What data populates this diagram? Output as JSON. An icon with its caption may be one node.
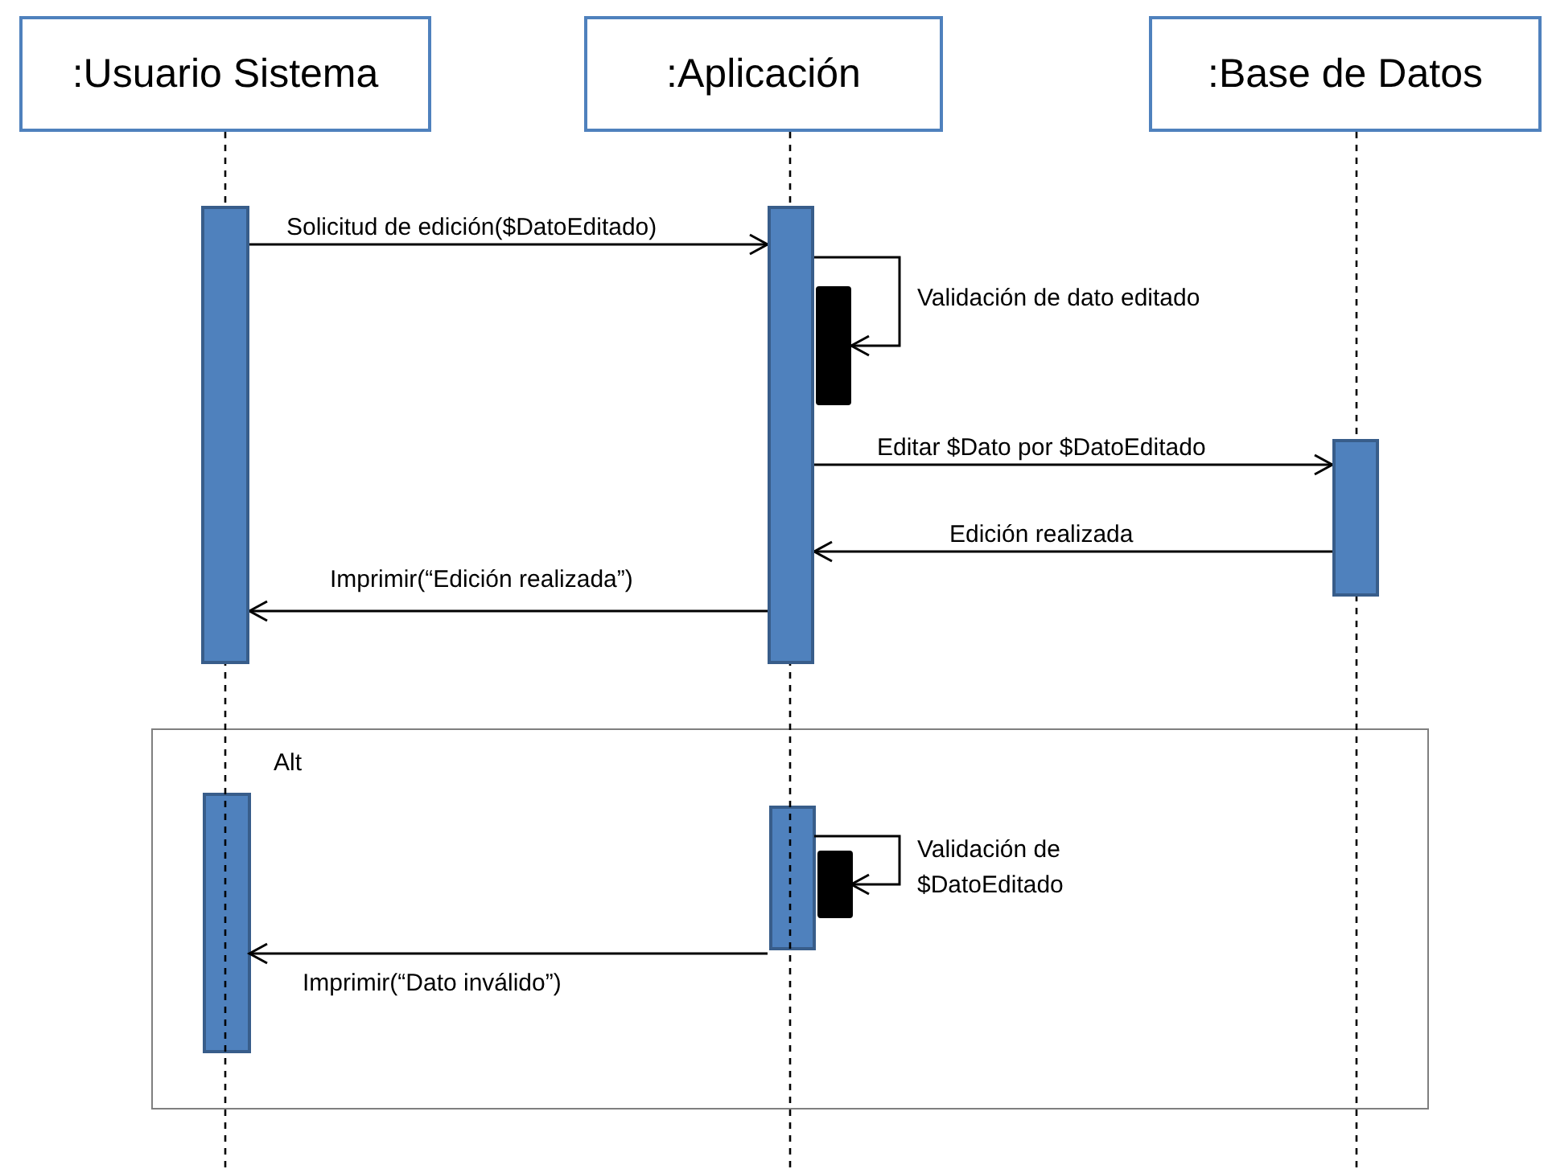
{
  "diagram": {
    "nodes": [
      {
        "text": [
          ":Usuario Sistema"
        ]
      },
      {
        "text": [
          ":Aplicación"
        ]
      },
      {
        "text": [
          ":Base de Datos"
        ]
      },
      {
        "text": [],
        "shape": "bar"
      },
      {
        "text": [],
        "shape": "bar"
      },
      {
        "text": [],
        "shape": "bar"
      },
      {
        "text": [],
        "shape": "bar"
      },
      {
        "text": [
          "Alt"
        ]
      },
      {
        "text": [],
        "shape": "bar",
        "in": 7
      },
      {
        "text": [],
        "shape": "bar",
        "in": 7
      },
      {
        "text": [],
        "shape": "bar",
        "in": 7
      }
    ],
    "edges": [
      {
        "from": 3,
        "to": 4,
        "arrow": "to",
        "label": "Solicitud de edición($DatoEditado)"
      },
      {
        "from": 4,
        "to": 5,
        "arrow": "to",
        "label": "Validación de dato editado"
      },
      {
        "from": 4,
        "to": 6,
        "arrow": "to",
        "label": "Editar $Dato por $DatoEditado"
      },
      {
        "from": 6,
        "to": 4,
        "arrow": "to",
        "label": "Edición realizada"
      },
      {
        "from": 4,
        "to": 3,
        "arrow": "to",
        "label": "Imprimir(“Edición realizada”)"
      },
      {
        "from": 9,
        "to": 10,
        "arrow": "to",
        "label": "Validación de $DatoEditado"
      },
      {
        "from": 9,
        "to": 8,
        "arrow": "to",
        "label": "Imprimir(“Dato inválido”)"
      }
    ]
  }
}
